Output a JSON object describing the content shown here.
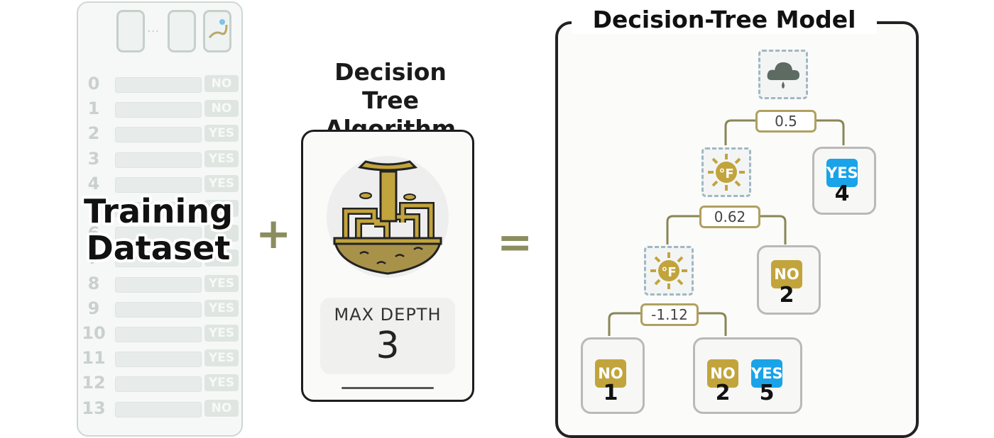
{
  "dataset": {
    "title_lines": [
      "Training",
      "Dataset"
    ],
    "rows": [
      {
        "index": "0",
        "label": "NO"
      },
      {
        "index": "1",
        "label": "NO"
      },
      {
        "index": "2",
        "label": "YES"
      },
      {
        "index": "3",
        "label": "YES"
      },
      {
        "index": "4",
        "label": "YES"
      },
      {
        "index": "5",
        "label": ""
      },
      {
        "index": "6",
        "label": ""
      },
      {
        "index": "7",
        "label": ""
      },
      {
        "index": "8",
        "label": "YES"
      },
      {
        "index": "9",
        "label": "YES"
      },
      {
        "index": "10",
        "label": "YES"
      },
      {
        "index": "11",
        "label": "YES"
      },
      {
        "index": "12",
        "label": "YES"
      },
      {
        "index": "13",
        "label": "NO"
      }
    ],
    "header_dots": "···"
  },
  "operators": {
    "plus": "+",
    "equals": "="
  },
  "algorithm": {
    "title_lines": [
      "Decision",
      "Tree",
      "Algorithm"
    ],
    "param_label": "MAX DEPTH",
    "param_value": "3"
  },
  "model": {
    "title": "Decision-Tree Model",
    "root": {
      "icon": "cloud-rain-icon",
      "threshold": "0.5"
    },
    "node2": {
      "icon": "sun-fahrenheit-icon",
      "threshold": "0.62"
    },
    "node3": {
      "icon": "sun-fahrenheit-icon",
      "threshold": "-1.12"
    },
    "leaves": {
      "root_right": {
        "label": "YES",
        "count": "4"
      },
      "node2_right": {
        "label": "NO",
        "count": "2"
      },
      "node3_left": {
        "label": "NO",
        "count": "1"
      },
      "node3_right": [
        {
          "label": "NO",
          "count": "2"
        },
        {
          "label": "YES",
          "count": "5"
        }
      ]
    }
  },
  "colors": {
    "gold": "#c2a43c",
    "blue": "#1aa3e8",
    "dark": "#1d1d1d"
  }
}
